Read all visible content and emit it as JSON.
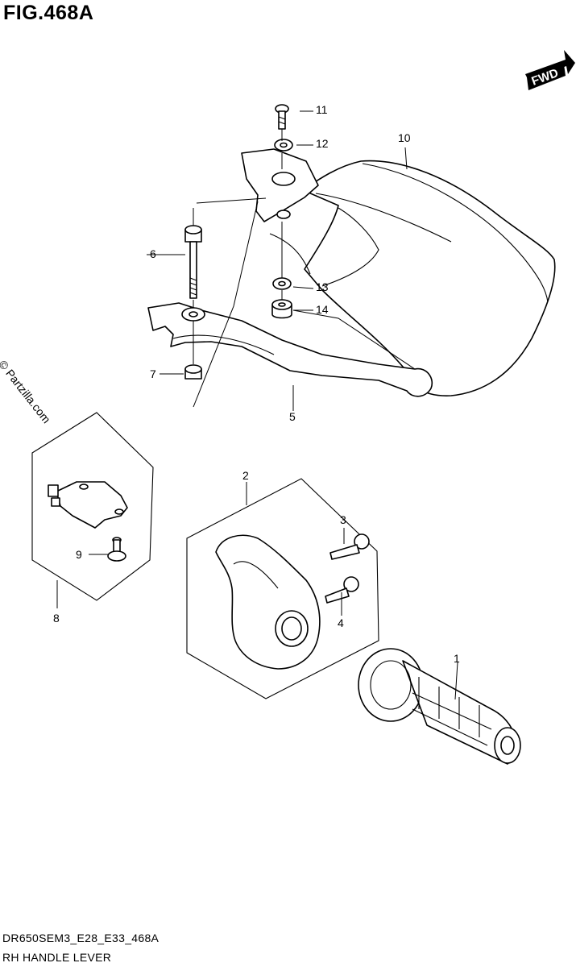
{
  "figure": {
    "title": "FIG.468A",
    "code": "DR650SEM3_E28_E33_468A",
    "name": "RH HANDLE LEVER",
    "watermark": "© Partzilla.com",
    "direction_label": "FWD"
  },
  "callouts": [
    {
      "id": "1",
      "label": "1"
    },
    {
      "id": "2",
      "label": "2"
    },
    {
      "id": "3",
      "label": "3"
    },
    {
      "id": "4",
      "label": "4"
    },
    {
      "id": "5",
      "label": "5"
    },
    {
      "id": "6",
      "label": "6"
    },
    {
      "id": "7",
      "label": "7"
    },
    {
      "id": "8",
      "label": "8"
    },
    {
      "id": "9",
      "label": "9"
    },
    {
      "id": "10",
      "label": "10"
    },
    {
      "id": "11",
      "label": "11"
    },
    {
      "id": "12",
      "label": "12"
    },
    {
      "id": "13",
      "label": "13"
    },
    {
      "id": "14",
      "label": "14"
    }
  ]
}
